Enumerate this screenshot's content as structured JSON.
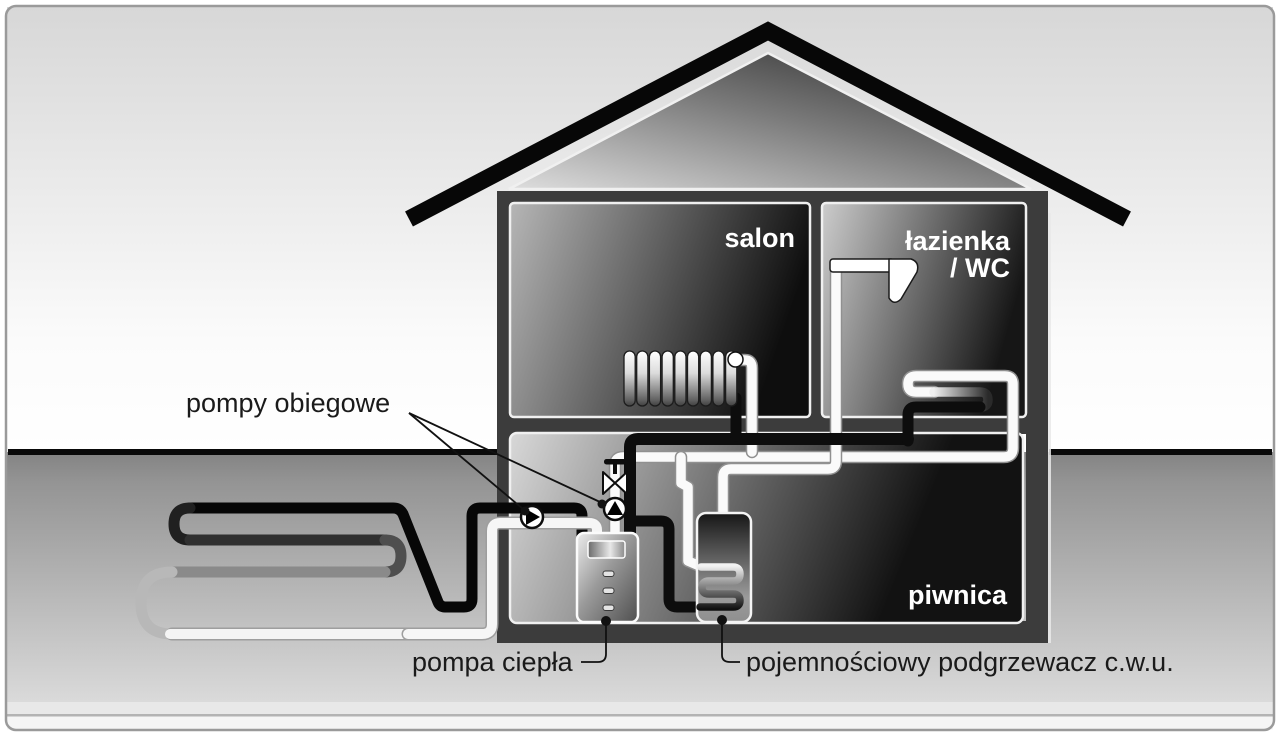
{
  "diagram": {
    "type": "ground-source-heat-pump-house-cross-section",
    "rooms": {
      "living_room": "salon",
      "bathroom_line1": "łazienka",
      "bathroom_line2": "/ WC",
      "basement": "piwnica"
    },
    "labels": {
      "circulation_pumps": "pompy obiegowe",
      "heat_pump": "pompa ciepła",
      "dhw_heater": "pojemnościowy podgrzewacz c.w.u."
    },
    "components": [
      "ground-loop-collector",
      "circulation-pump-ground-circuit",
      "circulation-pump-heating-circuit",
      "mixing-valve",
      "heat-pump-unit",
      "dhw-storage-tank",
      "radiator",
      "shower",
      "bathroom-floor-heating-coil"
    ],
    "colors": {
      "hot_pipe": "#0d0d0d",
      "cold_pipe": "#f6f6f6",
      "house_frame": "#3c3c3c",
      "roof": "#070707",
      "label_text": "#1a1a1a",
      "room_text": "#ffffff",
      "ground_top": "#838383",
      "sky_top": "#d7d7d7"
    }
  }
}
